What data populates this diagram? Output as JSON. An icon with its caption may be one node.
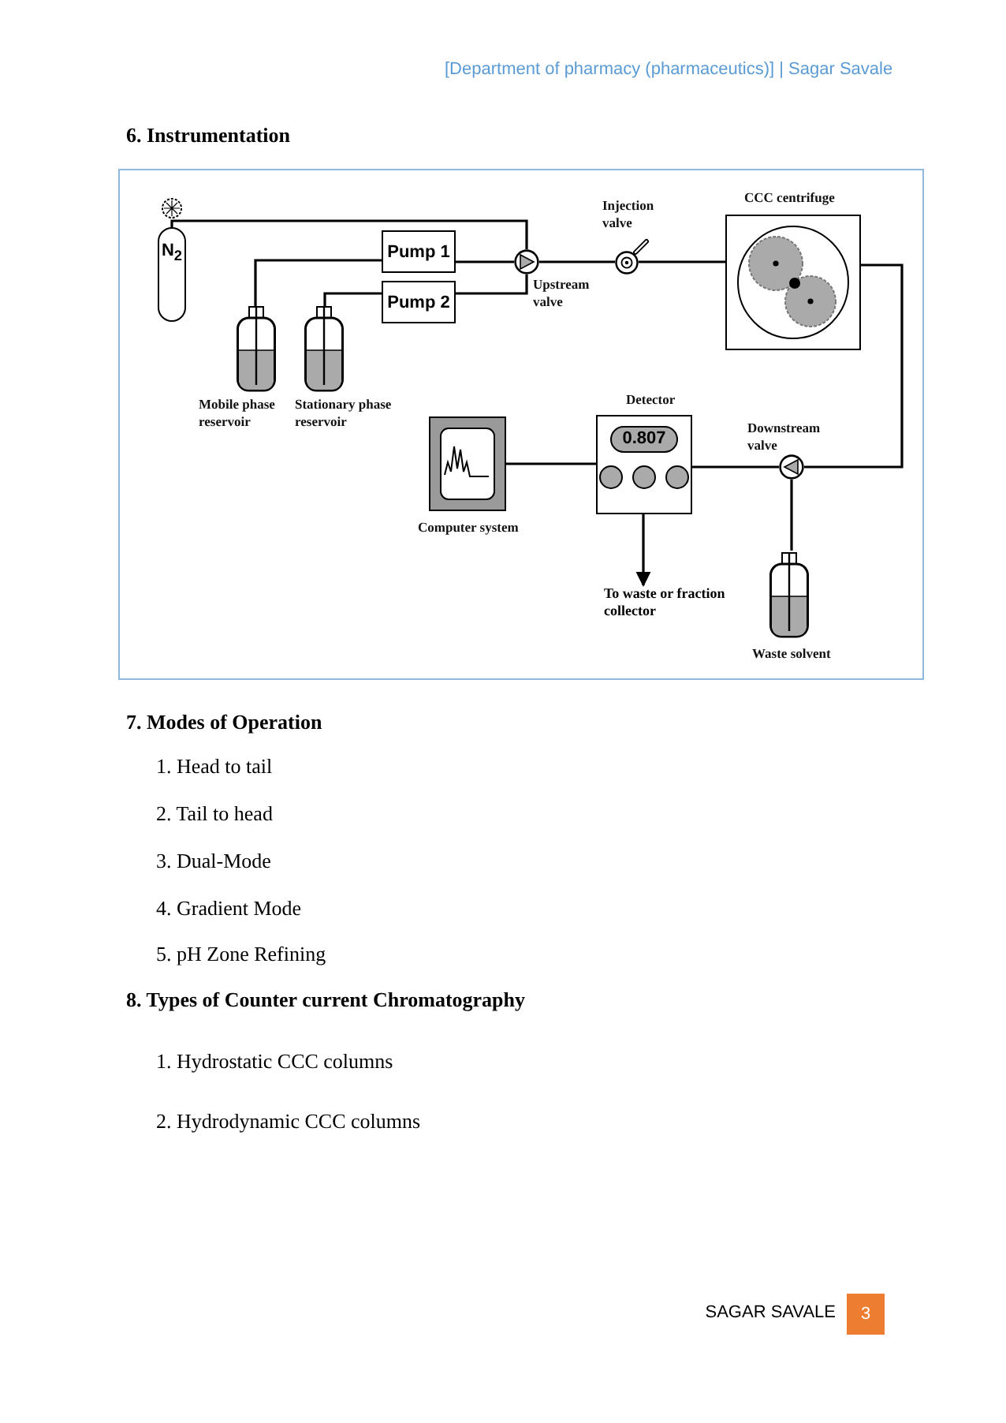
{
  "diagram": {
    "nodes": [
      {
        "text": [
          "N$_{2}$"
        ]
      },
      {
        "text": [
          "Pump 1"
        ]
      },
      {
        "text": [
          "Pump 2"
        ]
      },
      {
        "text": [],
        "shape": "bottle",
        "beside": [
          "Mobile phase reservoir"
        ]
      },
      {
        "text": [],
        "shape": "bottle",
        "beside": [
          "Stationary phase reservoir"
        ]
      },
      {
        "text": [],
        "shape": "valve",
        "beside": [
          "Upstream valve"
        ]
      },
      {
        "text": [],
        "shape": "valve",
        "beside": [
          "Injection valve"
        ]
      },
      {
        "text": [],
        "shape": "box",
        "beside": [
          "CCC centrifuge"
        ]
      },
      {
        "text": [
          "0.807"
        ],
        "beside": [
          "Detector"
        ]
      },
      {
        "text": [],
        "shape": "monitor",
        "beside": [
          "Computer system"
        ]
      },
      {
        "text": [],
        "shape": "valve",
        "beside": [
          "Downstream valve"
        ]
      },
      {
        "text": [],
        "shape": "bottle",
        "beside": [
          "Waste solvent"
        ]
      },
      {
        "text": [
          "To waste or fraction collector"
        ]
      }
    ],
    "edges": [
      {
        "from": 0,
        "to": 5,
        "arrow": "none"
      },
      {
        "from": 3,
        "to": 1,
        "arrow": "none"
      },
      {
        "from": 1,
        "to": 5,
        "arrow": "none"
      },
      {
        "from": 4,
        "to": 2,
        "arrow": "none"
      },
      {
        "from": 2,
        "to": 5,
        "arrow": "none"
      },
      {
        "from": 5,
        "to": 6,
        "arrow": "none"
      },
      {
        "from": 6,
        "to": 7,
        "arrow": "none"
      },
      {
        "from": 7,
        "to": 10,
        "arrow": "none"
      },
      {
        "from": 10,
        "to": 8,
        "arrow": "none"
      },
      {
        "from": 8,
        "to": 9,
        "arrow": "none"
      },
      {
        "from": 10,
        "to": 11,
        "arrow": "none"
      },
      {
        "from": 8,
        "to": 12,
        "arrow": "to"
      }
    ],
    "labels": [
      "[Department of pharmacy (pharmaceutics)] | Sagar Savale",
      "6. Instrumentation",
      "7. Modes of Operation",
      "1. Head to tail",
      "2. Tail to head",
      "3. Dual-Mode",
      "4. Gradient Mode",
      "5. pH Zone Refining",
      "8. Types of Counter current Chromatography",
      "1. Hydrostatic CCC columns",
      "2. Hydrodynamic CCC columns",
      "SAGAR SAVALE",
      "3"
    ]
  }
}
